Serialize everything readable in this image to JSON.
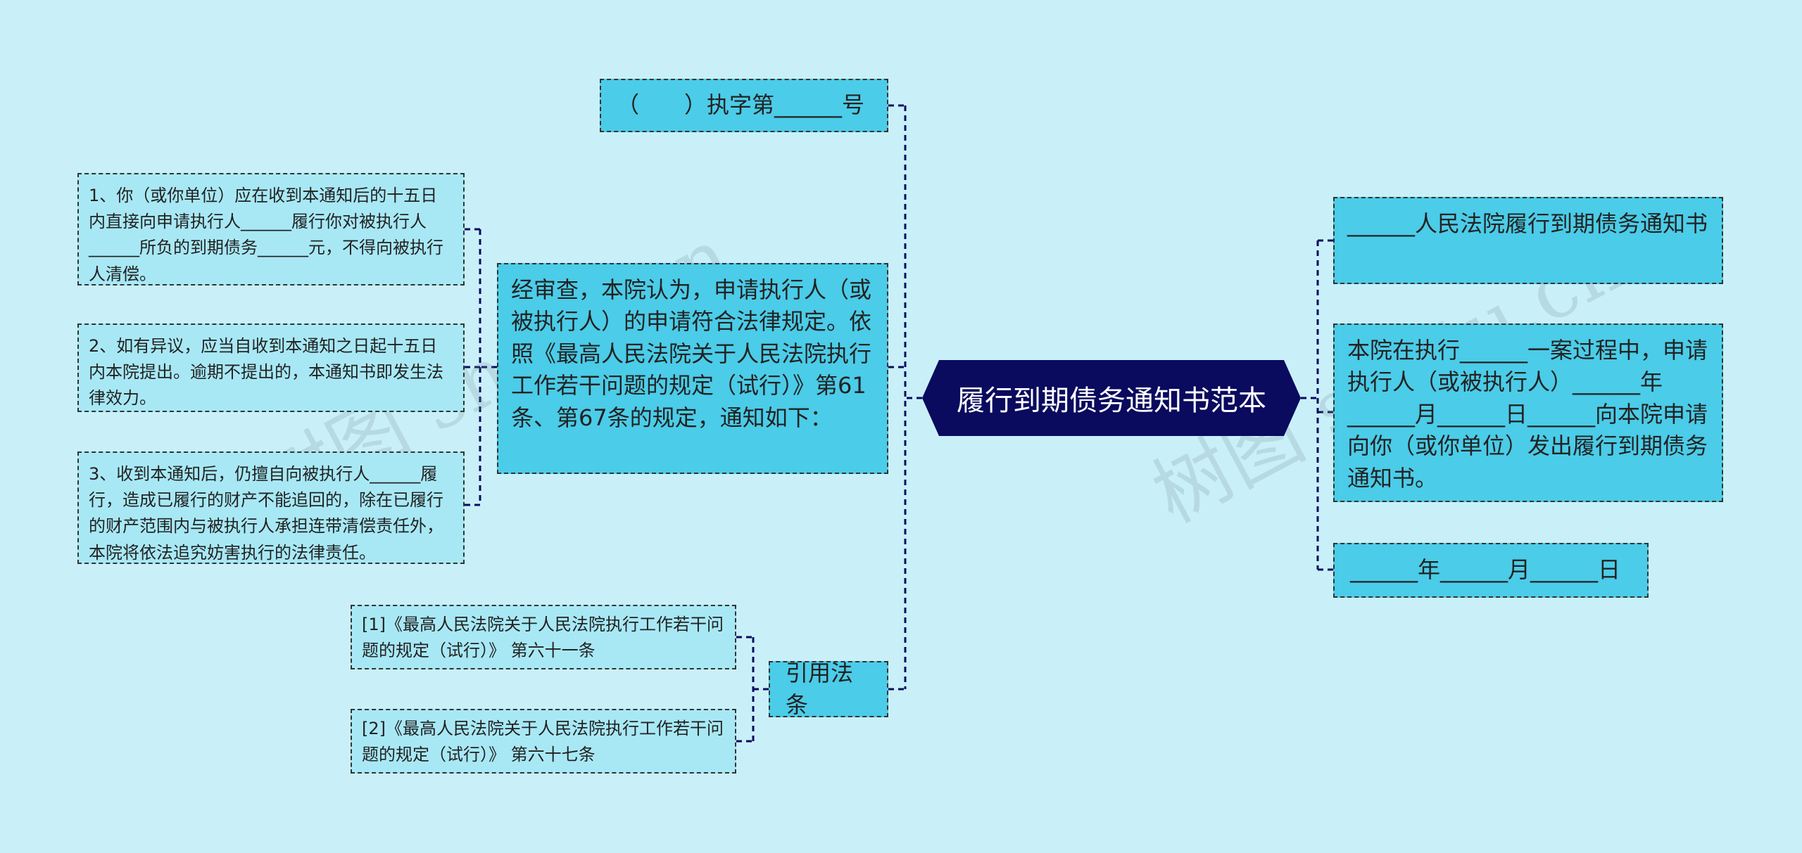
{
  "center": {
    "title": "履行到期债务通知书范本"
  },
  "left": {
    "case_number": "（　　）执字第______号",
    "main_text": "经审查，本院认为，申请执行人（或被执行人）的申请符合法律规定。依照《最高人民法院关于人民法院执行工作若干问题的规定（试行）》第61条、第67条的规定，通知如下：",
    "items": [
      "1、你（或你单位）应在收到本通知后的十五日内直接向申请执行人______履行你对被执行人______所负的到期债务______元，不得向被执行人清偿。",
      "2、如有异议，应当自收到本通知之日起十五日内本院提出。逾期不提出的，本通知书即发生法律效力。",
      "3、收到本通知后，仍擅自向被执行人______履行，造成已履行的财产不能追回的，除在已履行的财产范围内与被执行人承担连带清偿责任外，本院将依法追究妨害执行的法律责任。"
    ],
    "citations_label": "引用法条",
    "citations": [
      "[1]《最高人民法院关于人民法院执行工作若干问题的规定（试行）》 第六十一条",
      "[2]《最高人民法院关于人民法院执行工作若干问题的规定（试行）》 第六十七条"
    ]
  },
  "right": {
    "title_node": "______人民法院履行到期债务通知书",
    "body_node": "本院在执行______一案过程中，申请执行人（或被执行人）______年______月______日______向本院申请向你（或你单位）发出履行到期债务通知书。",
    "date_node": "______年______月______日"
  },
  "watermark": [
    "树图 shutu.cn",
    "树图 shutu.cn"
  ],
  "colors": {
    "background": "#c9f0f8",
    "center": "#0a0a5e",
    "main_node": "#4bcce8",
    "sub_node": "#a8e8f5"
  }
}
